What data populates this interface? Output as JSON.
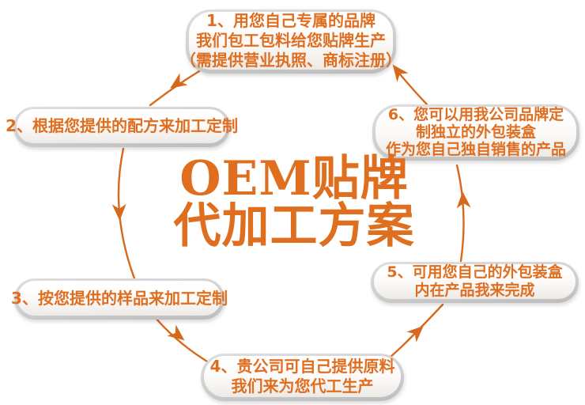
{
  "title": {
    "line1": "OEM贴牌",
    "line2": "代加工方案"
  },
  "colors": {
    "accent_orange": "#E06E20",
    "arrow_orange": "#D8691C",
    "pill_edge_gray": "#C9C9C9"
  },
  "steps": [
    {
      "id": "1",
      "lines": [
        "1、用您自己专属的品牌",
        "我们包工包料给您贴牌生产",
        "（需提供营业执照、商标注册）"
      ]
    },
    {
      "id": "2",
      "lines": [
        "2、根据您提供的配方来加工定制"
      ]
    },
    {
      "id": "3",
      "lines": [
        "3、按您提供的样品来加工定制"
      ]
    },
    {
      "id": "4",
      "lines": [
        "4、贵公司可自己提供原料",
        "我们来为您代工生产"
      ]
    },
    {
      "id": "5",
      "lines": [
        "5、可用您自己的外包装盒",
        "内在产品我来完成"
      ]
    },
    {
      "id": "6",
      "lines": [
        "6、您可以用我公司品牌定",
        "制独立的外包装盒",
        "作为您自己独自销售的产品"
      ]
    }
  ],
  "flow": [
    {
      "from": "1",
      "to": "2"
    },
    {
      "from": "2",
      "to": "3"
    },
    {
      "from": "3",
      "to": "4"
    },
    {
      "from": "4",
      "to": "5"
    },
    {
      "from": "5",
      "to": "6"
    },
    {
      "from": "6",
      "to": "1"
    }
  ]
}
